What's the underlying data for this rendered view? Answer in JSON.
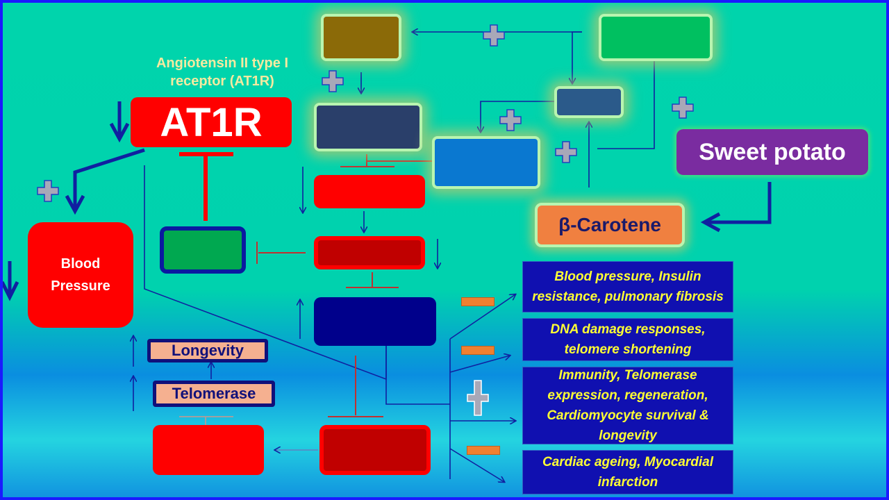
{
  "labels": {
    "at1r_caption": "Angiotensin II type I receptor (AT1R)",
    "at1r": "AT1R",
    "blood_pressure": "Blood Pressure",
    "sweet_potato": "Sweet potato",
    "beta_carotene": "β-Carotene",
    "longevity": "Longevity",
    "telomerase": "Telomerase"
  },
  "effects": [
    {
      "text": "Blood pressure, Insulin resistance,  pulmonary fibrosis",
      "sign": "minus"
    },
    {
      "text": "DNA damage responses, telomere shortening",
      "sign": "minus"
    },
    {
      "text": "Immunity, Telomerase expression, regeneration, Cardiomyocyte survival & longevity",
      "sign": "plus"
    },
    {
      "text": "Cardiac ageing, Myocardial infarction",
      "sign": "minus"
    }
  ],
  "colors": {
    "background_top": "#00d4ac",
    "border": "#1a1aff",
    "red": "#ff0000",
    "navy_arrow": "#0a1aa0",
    "effect_bg": "#1010b0",
    "effect_text": "#ffff33",
    "minus": "#f08030",
    "plus": "#a8a8b8"
  }
}
